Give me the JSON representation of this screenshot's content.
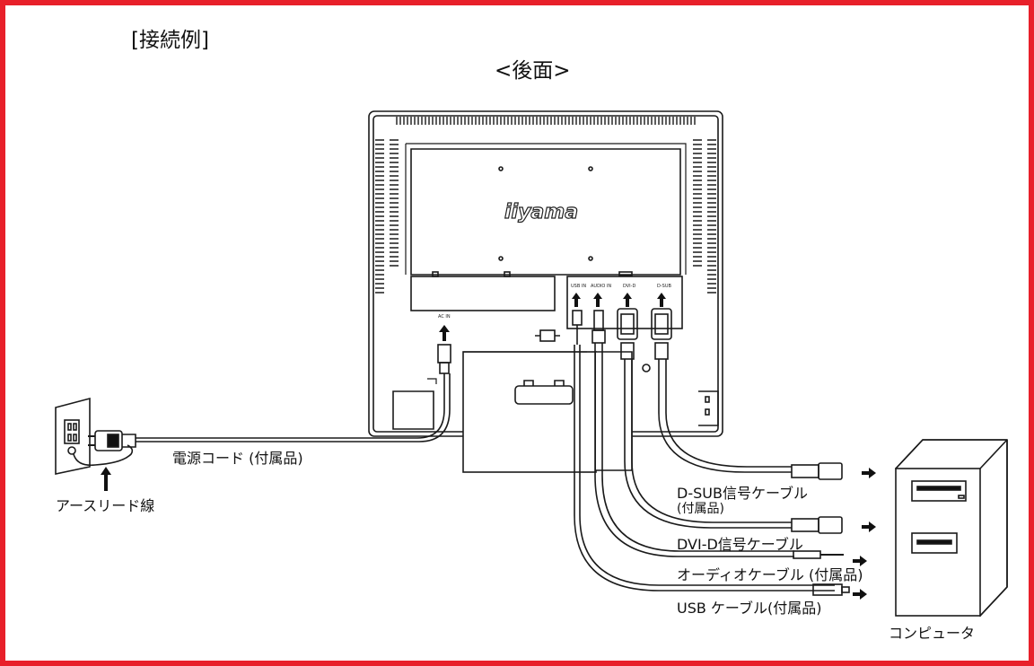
{
  "title": "[接続例]",
  "view_label": "<後面>",
  "monitor": {
    "brand": "iiyama",
    "ports": {
      "usb": "USB IN",
      "audio": "AUDIO IN",
      "dvi": "DVI-D",
      "dsub": "D-SUB",
      "ac": "AC IN"
    }
  },
  "labels": {
    "power_cord": "電源コード (付属品)",
    "ground_lead": "アースリード線",
    "dsub_cable": "D-SUB信号ケーブル",
    "dsub_cable_note": "(付属品)",
    "dvi_cable": "DVI-D信号ケーブル",
    "audio_cable": "オーディオケーブル (付属品)",
    "usb_cable": "USB ケーブル(付属品)",
    "computer": "コンピュータ"
  },
  "colors": {
    "frame": "#e8202a",
    "line": "#1a1a1a",
    "background": "#ffffff"
  },
  "icons": [
    "arrow-up-icon",
    "arrow-right-icon",
    "wall-outlet-icon",
    "power-plug-icon",
    "computer-tower-icon"
  ]
}
